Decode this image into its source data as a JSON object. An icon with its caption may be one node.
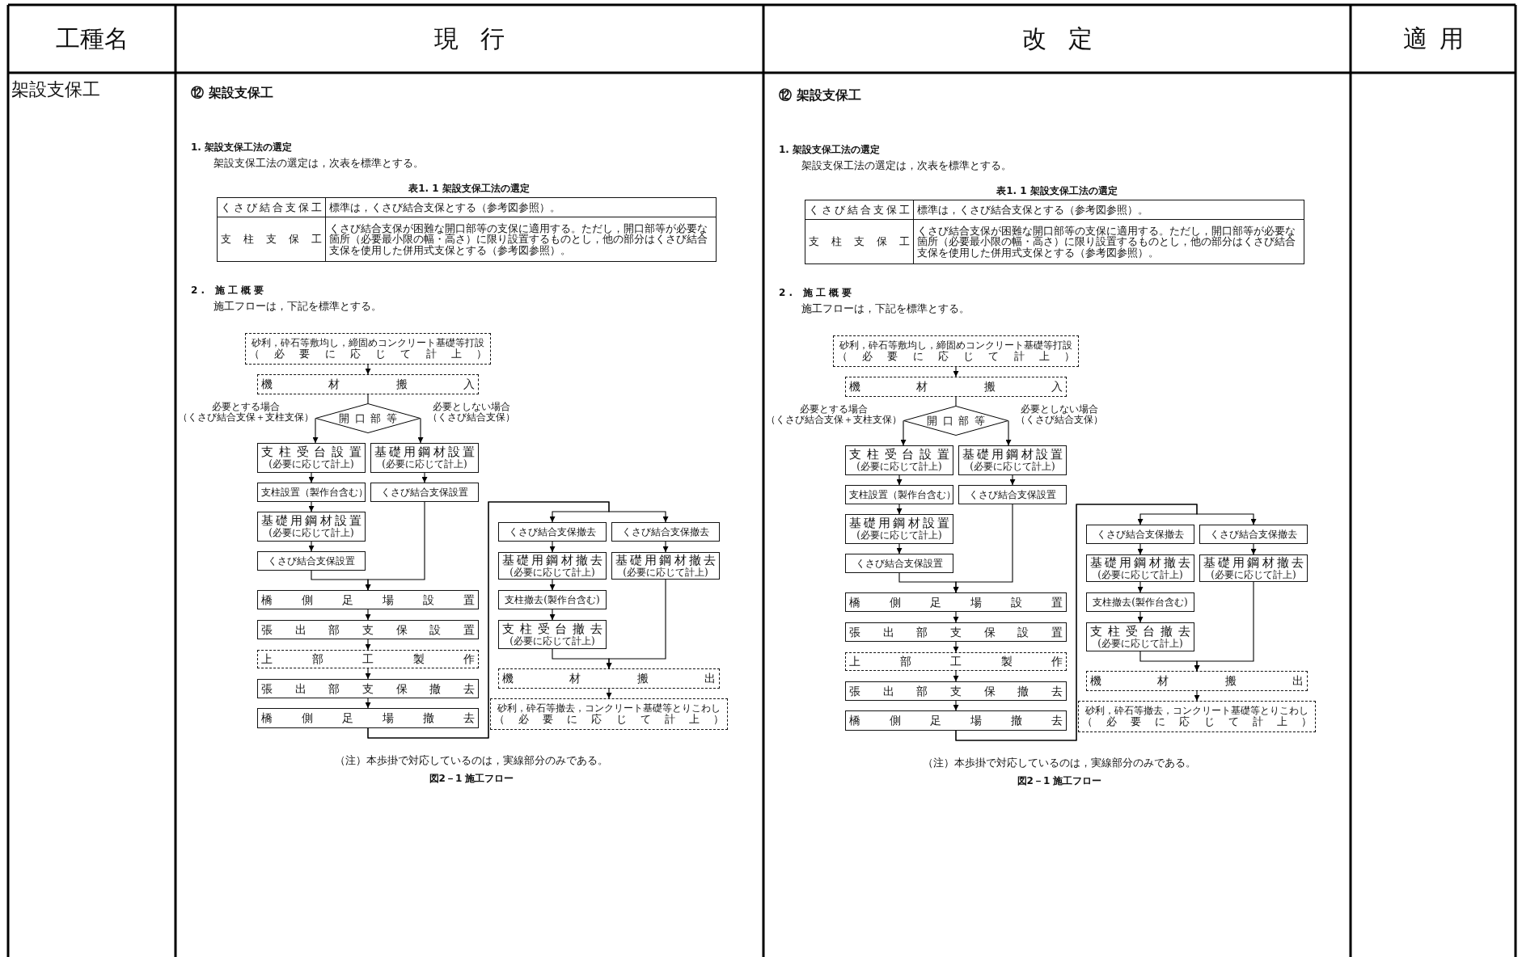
{
  "diagram": {
    "nodes": [
      {
        "text": [
          "砂利，砕石等敷均し，締固めコンクリート基礎等打設",
          "（必要に応じて計上）"
        ]
      },
      {
        "text": [
          "機材搬入"
        ]
      },
      {
        "text": [
          "開口部等"
        ]
      },
      {
        "text": [
          "支柱受台設置",
          "(必要に応じて計上)"
        ]
      },
      {
        "text": [
          "基礎用鋼材設置",
          "(必要に応じて計上)"
        ]
      },
      {
        "text": [
          "支柱設置（製作台含む）"
        ]
      },
      {
        "text": [
          "くさび結合支保設置"
        ]
      },
      {
        "text": [
          "基礎用鋼材設置",
          "(必要に応じて計上)"
        ]
      },
      {
        "text": [
          "くさび結合支保設置"
        ]
      },
      {
        "text": [
          "橋側足場設置"
        ]
      },
      {
        "text": [
          "張出部支保設置"
        ]
      },
      {
        "text": [
          "上部工製作"
        ]
      },
      {
        "text": [
          "張出部支保撤去"
        ]
      },
      {
        "text": [
          "橋側足場撤去"
        ]
      },
      {
        "text": [
          "くさび結合支保撤去"
        ]
      },
      {
        "text": [
          "くさび結合支保撤去"
        ]
      },
      {
        "text": [
          "基礎用鋼材撤去",
          "(必要に応じて計上)"
        ]
      },
      {
        "text": [
          "基礎用鋼材撤去",
          "(必要に応じて計上)"
        ]
      },
      {
        "text": [
          "支柱撤去(製作台含む)"
        ]
      },
      {
        "text": [
          "支柱受台撤去",
          "(必要に応じて計上)"
        ]
      },
      {
        "text": [
          "機材搬出"
        ]
      },
      {
        "text": [
          "砂利，砕石等撤去，コンクリート基礎等とりこわし",
          "（必要に応じて計上）"
        ]
      },
      {
        "text": [
          "砂利，砕石等敷均し，締固めコンクリート基礎等打設",
          "（必要に応じて計上）"
        ]
      },
      {
        "text": [
          "機材搬入"
        ]
      },
      {
        "text": [
          "開口部等"
        ]
      },
      {
        "text": [
          "支柱受台設置",
          "(必要に応じて計上)"
        ]
      },
      {
        "text": [
          "基礎用鋼材設置",
          "(必要に応じて計上)"
        ]
      },
      {
        "text": [
          "支柱設置（製作台含む）"
        ]
      },
      {
        "text": [
          "くさび結合支保設置"
        ]
      },
      {
        "text": [
          "基礎用鋼材設置",
          "(必要に応じて計上)"
        ]
      },
      {
        "text": [
          "くさび結合支保設置"
        ]
      },
      {
        "text": [
          "橋側足場設置"
        ]
      },
      {
        "text": [
          "張出部支保設置"
        ]
      },
      {
        "text": [
          "上部工製作"
        ]
      },
      {
        "text": [
          "張出部支保撤去"
        ]
      },
      {
        "text": [
          "橋側足場撤去"
        ]
      },
      {
        "text": [
          "くさび結合支保撤去"
        ]
      },
      {
        "text": [
          "くさび結合支保撤去"
        ]
      },
      {
        "text": [
          "基礎用鋼材撤去",
          "(必要に応じて計上)"
        ]
      },
      {
        "text": [
          "基礎用鋼材撤去",
          "(必要に応じて計上)"
        ]
      },
      {
        "text": [
          "支柱撤去(製作台含む)"
        ]
      },
      {
        "text": [
          "支柱受台撤去",
          "(必要に応じて計上)"
        ]
      },
      {
        "text": [
          "機材搬出"
        ]
      },
      {
        "text": [
          "砂利，砕石等撤去，コンクリート基礎等とりこわし",
          "（必要に応じて計上）"
        ]
      }
    ],
    "edges": [
      {
        "from": 0,
        "to": 1,
        "arrow": "to"
      },
      {
        "from": 1,
        "to": 2,
        "arrow": "none"
      },
      {
        "from": 2,
        "to": 3,
        "arrow": "to",
        "label": "必要とする場合（くさび結合支保＋支柱支保）"
      },
      {
        "from": 2,
        "to": 4,
        "arrow": "to",
        "label": "必要としない場合（くさび結合支保）"
      },
      {
        "from": 3,
        "to": 5,
        "arrow": "to"
      },
      {
        "from": 5,
        "to": 7,
        "arrow": "to"
      },
      {
        "from": 7,
        "to": 8,
        "arrow": "to"
      },
      {
        "from": 4,
        "to": 6,
        "arrow": "to"
      },
      {
        "from": 8,
        "to": 9,
        "arrow": "to"
      },
      {
        "from": 6,
        "to": 9,
        "arrow": "to"
      },
      {
        "from": 9,
        "to": 10,
        "arrow": "to"
      },
      {
        "from": 10,
        "to": 11,
        "arrow": "to"
      },
      {
        "from": 11,
        "to": 12,
        "arrow": "to"
      },
      {
        "from": 12,
        "to": 13,
        "arrow": "to"
      },
      {
        "from": 13,
        "to": 14,
        "arrow": "to"
      },
      {
        "from": 13,
        "to": 15,
        "arrow": "to"
      },
      {
        "from": 14,
        "to": 16,
        "arrow": "to"
      },
      {
        "from": 16,
        "to": 18,
        "arrow": "to"
      },
      {
        "from": 18,
        "to": 19,
        "arrow": "to"
      },
      {
        "from": 15,
        "to": 17,
        "arrow": "to"
      },
      {
        "from": 19,
        "to": 20,
        "arrow": "to"
      },
      {
        "from": 17,
        "to": 20,
        "arrow": "to"
      },
      {
        "from": 20,
        "to": 21,
        "arrow": "to"
      },
      {
        "from": 22,
        "to": 23,
        "arrow": "to"
      },
      {
        "from": 23,
        "to": 24,
        "arrow": "none"
      },
      {
        "from": 24,
        "to": 25,
        "arrow": "to",
        "label": "必要とする場合（くさび結合支保＋支柱支保）"
      },
      {
        "from": 24,
        "to": 26,
        "arrow": "to",
        "label": "必要としない場合（くさび結合支保）"
      },
      {
        "from": 25,
        "to": 27,
        "arrow": "to"
      },
      {
        "from": 27,
        "to": 29,
        "arrow": "to"
      },
      {
        "from": 29,
        "to": 30,
        "arrow": "to"
      },
      {
        "from": 26,
        "to": 28,
        "arrow": "to"
      },
      {
        "from": 30,
        "to": 31,
        "arrow": "to"
      },
      {
        "from": 28,
        "to": 31,
        "arrow": "to"
      },
      {
        "from": 31,
        "to": 32,
        "arrow": "to"
      },
      {
        "from": 32,
        "to": 33,
        "arrow": "to"
      },
      {
        "from": 33,
        "to": 34,
        "arrow": "to"
      },
      {
        "from": 34,
        "to": 35,
        "arrow": "to"
      },
      {
        "from": 35,
        "to": 36,
        "arrow": "to"
      },
      {
        "from": 35,
        "to": 37,
        "arrow": "to"
      },
      {
        "from": 36,
        "to": 38,
        "arrow": "to"
      },
      {
        "from": 38,
        "to": 40,
        "arrow": "to"
      },
      {
        "from": 40,
        "to": 41,
        "arrow": "to"
      },
      {
        "from": 37,
        "to": 39,
        "arrow": "to"
      },
      {
        "from": 41,
        "to": 42,
        "arrow": "to"
      },
      {
        "from": 39,
        "to": 42,
        "arrow": "to"
      },
      {
        "from": 42,
        "to": 43,
        "arrow": "to"
      }
    ],
    "labels": [
      "工種名",
      "現行",
      "改定",
      "適用",
      "架設支保工",
      "⑫ 架設支保工",
      "1. 架設支保工法の選定",
      "架設支保工法の選定は，次表を標準とする。",
      "表1. 1 架設支保工法の選定",
      "くさび結合支保工",
      "標準は，くさび結合支保とする（参考図参照）。",
      "支柱支保工",
      "くさび結合支保が困難な開口部等の支保に適用する。ただし，開口部等が必要な箇所（必要最小限の幅・高さ）に限り設置するものとし，他の部分はくさび結合支保を使用した併用式支保とする（参考図参照）。",
      "2. 施工概要",
      "施工フローは，下記を標準とする。",
      "（注）本歩掛で対応しているのは，実線部分のみである。",
      "図2－1 施工フロー",
      "⑫ 架設支保工",
      "1. 架設支保工法の選定",
      "架設支保工法の選定は，次表を標準とする。",
      "表1. 1 架設支保工法の選定",
      "くさび結合支保工",
      "標準は，くさび結合支保とする（参考図参照）。",
      "支柱支保工",
      "くさび結合支保が困難な開口部等の支保に適用する。ただし，開口部等が必要な箇所（必要最小限の幅・高さ）に限り設置するものとし，他の部分はくさび結合支保を使用した併用式支保とする（参考図参照）。",
      "2. 施工概要",
      "施工フローは，下記を標準とする。",
      "（注）本歩掛で対応しているのは，実線部分のみである。",
      "図2－1 施工フロー"
    ]
  }
}
